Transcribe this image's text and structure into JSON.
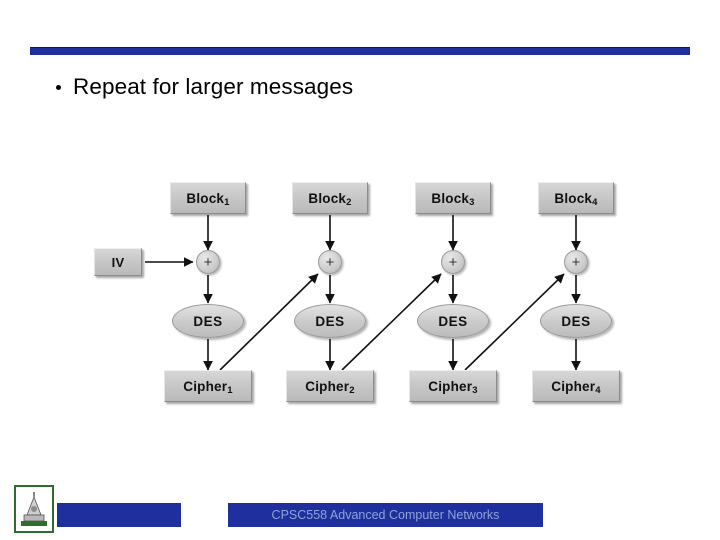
{
  "slide": {
    "title": "Repeat for larger messages",
    "bullet_glyph": "•"
  },
  "diagram": {
    "type": "cipher-block-chaining",
    "iv_label": "IV",
    "xor_symbol": "+",
    "columns": [
      {
        "block": "Block",
        "block_sub": "1",
        "op": "DES",
        "cipher": "Cipher",
        "cipher_sub": "1"
      },
      {
        "block": "Block",
        "block_sub": "2",
        "op": "DES",
        "cipher": "Cipher",
        "cipher_sub": "2"
      },
      {
        "block": "Block",
        "block_sub": "3",
        "op": "DES",
        "cipher": "Cipher",
        "cipher_sub": "3"
      },
      {
        "block": "Block",
        "block_sub": "4",
        "op": "DES",
        "cipher": "Cipher",
        "cipher_sub": "4"
      }
    ]
  },
  "footer": {
    "text": "CPSC558 Advanced Computer Networks",
    "bar_color": "#1f2f9e",
    "text_color": "#8fa3d8"
  },
  "colors": {
    "rule": "#1f2f9e",
    "box_fill": "#c8c8c8",
    "text": "#000000"
  }
}
